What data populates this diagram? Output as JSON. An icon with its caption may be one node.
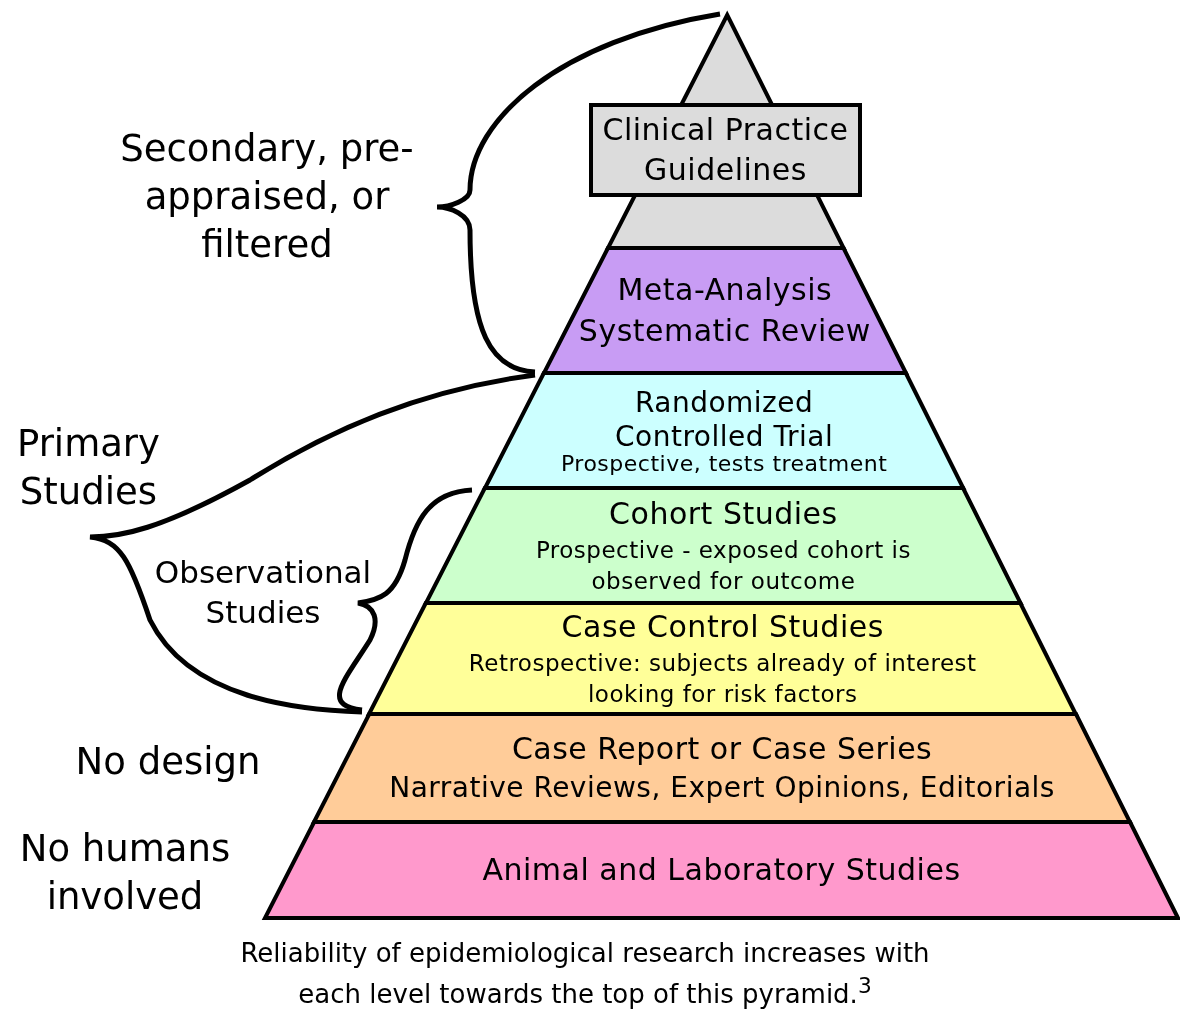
{
  "diagram": {
    "caption": "Reliability of epidemiological research increases with each level towards the top of this pyramid.$^{3}$",
    "nodes": [
      {
        "text": [],
        "shape": "triangle"
      },
      {
        "text": [
          "Clinical Practice Guidelines"
        ]
      },
      {
        "text": [
          "Meta-Analysis",
          "Systematic Review"
        ]
      },
      {
        "text": [
          "Randomized Controlled Trial",
          "Prospective, tests treatment"
        ]
      },
      {
        "text": [
          "Cohort Studies",
          "Prospective - exposed cohort is observed for outcome"
        ]
      },
      {
        "text": [
          "Case Control Studies",
          "Retrospective: subjects already of interest looking for risk factors"
        ]
      },
      {
        "text": [
          "Case Report or Case Series",
          "Narrative Reviews, Expert Opinions, Editorials"
        ]
      },
      {
        "text": [
          "Animal and Laboratory Studies"
        ]
      }
    ],
    "labels": [
      "Secondary, pre-appraised, or filtered",
      "Primary Studies",
      "Observational Studies",
      "No design",
      "No humans involved"
    ]
  }
}
